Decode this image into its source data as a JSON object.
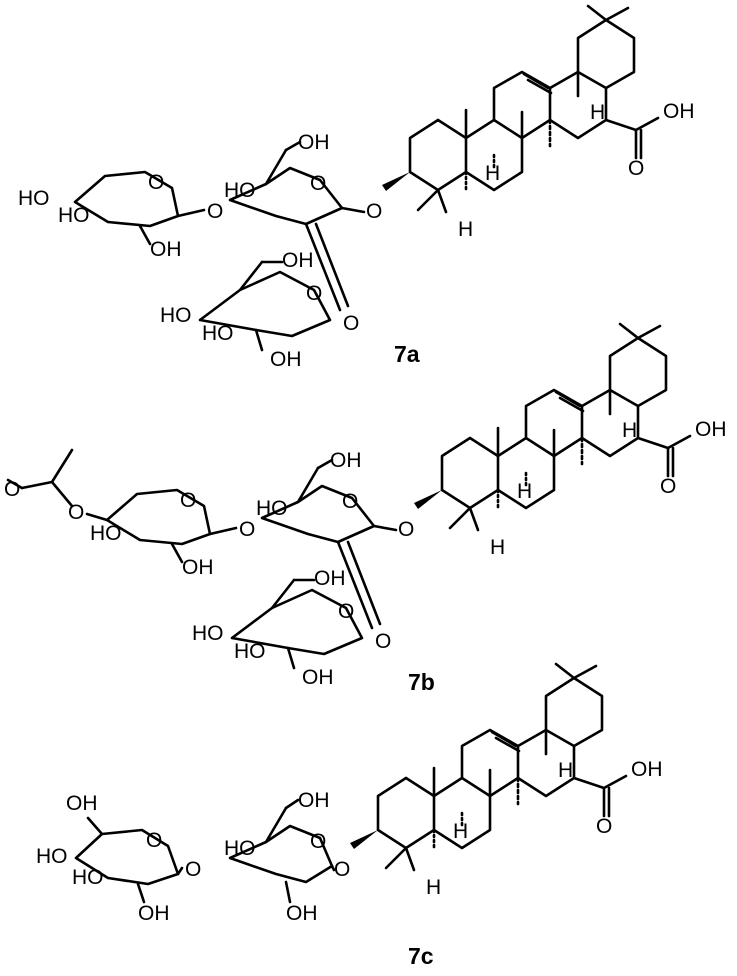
{
  "labels": {
    "oh": "OH",
    "ho": "HO",
    "o": "O",
    "h": "H",
    "cooh": "OH"
  },
  "compounds": [
    {
      "id": "7a"
    },
    {
      "id": "7b"
    },
    {
      "id": "7c"
    }
  ]
}
